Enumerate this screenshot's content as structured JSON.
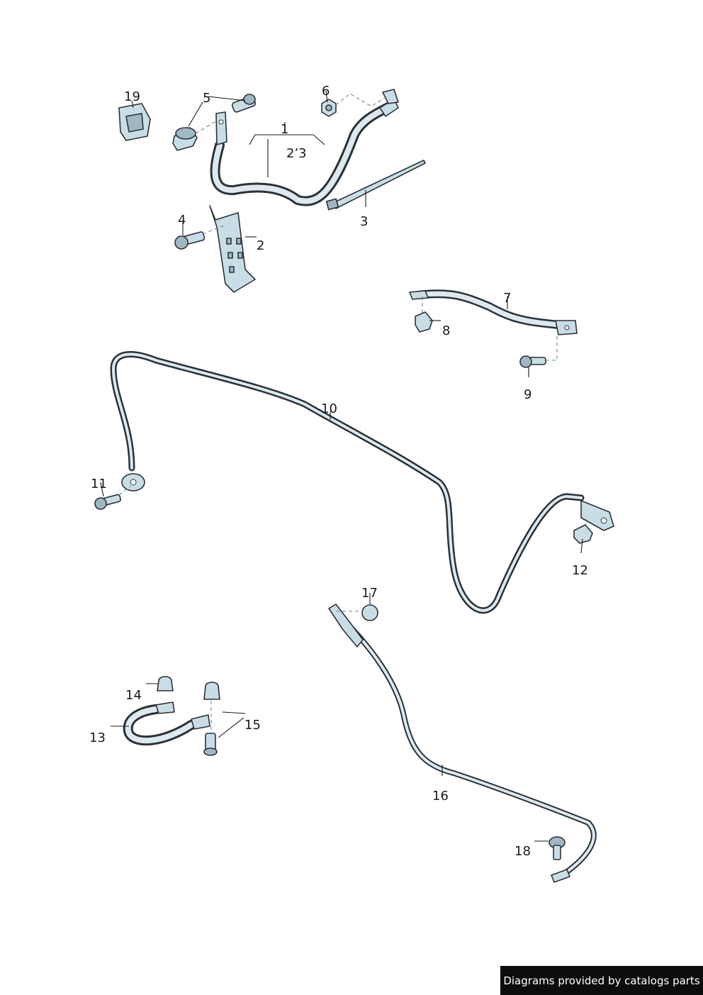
{
  "diagram": {
    "callouts": {
      "c1": "1",
      "c2": "2",
      "c3": "3",
      "c4": "4",
      "c5": "5",
      "c6": "6",
      "c7": "7",
      "c8": "8",
      "c9": "9",
      "c10": "10",
      "c11": "11",
      "c12": "12",
      "c13": "13",
      "c14": "14",
      "c15": "15",
      "c16": "16",
      "c17": "17",
      "c18": "18",
      "c19": "19",
      "c23": "2’3"
    }
  },
  "footer": {
    "text": "Diagrams provided by catalogs parts"
  }
}
